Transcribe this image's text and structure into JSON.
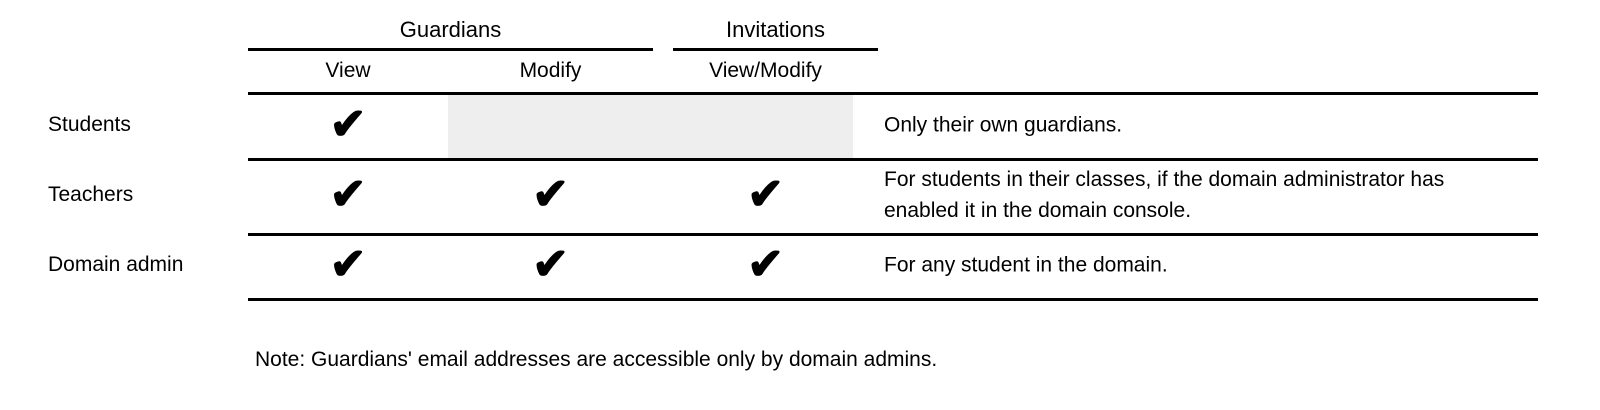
{
  "table": {
    "column_groups": [
      {
        "label": "Guardians"
      },
      {
        "label": "Invitations"
      }
    ],
    "sub_headers": [
      "View",
      "Modify",
      "View/Modify"
    ],
    "check_glyph": "✔",
    "rows": [
      {
        "label": "Students",
        "permissions": {
          "view": true,
          "modify": false,
          "view_modify": false
        },
        "note": "Only their own guardians."
      },
      {
        "label": "Teachers",
        "permissions": {
          "view": true,
          "modify": true,
          "view_modify": true
        },
        "note": "For students in their classes, if the domain administrator has enabled it in the domain console."
      },
      {
        "label": "Domain admin",
        "permissions": {
          "view": true,
          "modify": true,
          "view_modify": true
        },
        "note": "For any student in the domain."
      }
    ]
  },
  "footnote": "Note: Guardians' email addresses are accessible only by domain admins.",
  "colors": {
    "text": "#000000",
    "rule": "#000000",
    "disabled_cell_bg": "#eeeeee"
  }
}
